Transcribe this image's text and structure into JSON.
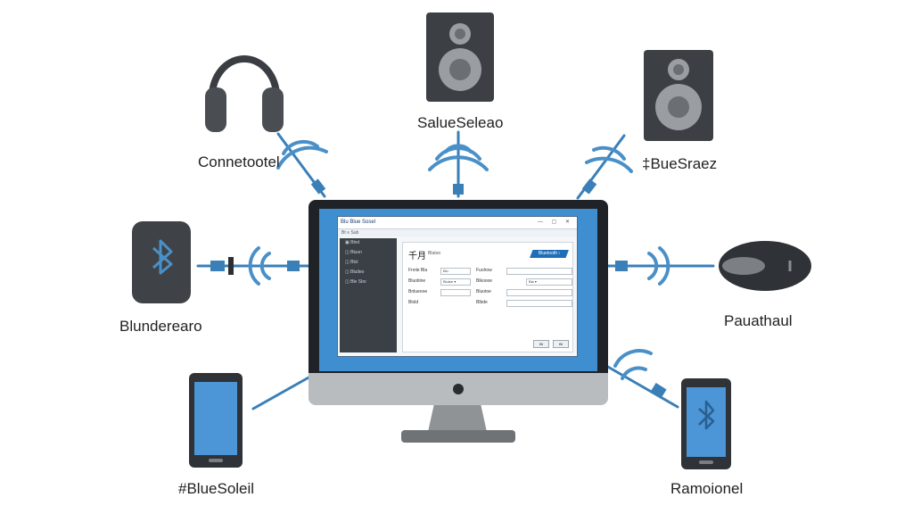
{
  "devices": {
    "headphones": {
      "label": "Connetootel",
      "icon": "headphones-icon"
    },
    "speaker_top": {
      "label": "SalueSeleao",
      "icon": "speaker-icon"
    },
    "speaker_right": {
      "label": "‡BueSraez",
      "icon": "speaker-icon"
    },
    "bluetooth_adapter": {
      "label": "Blunderearo",
      "icon": "bluetooth-icon"
    },
    "mouse": {
      "label": "Pauathaul",
      "icon": "mouse-icon"
    },
    "phone_left": {
      "label": "#BlueSoleil",
      "icon": "smartphone-icon"
    },
    "phone_right": {
      "label": "Ramoionel",
      "icon": "smartphone-bluetooth-icon"
    }
  },
  "screen_app": {
    "window_title": "Blu  Blue Sosel",
    "window_controls": "— ▢ ✕",
    "menu": "Bt  ≡  Sub",
    "sidebar_items": [
      "▣ Blnd",
      "◫ Bluon",
      "◫ Blol",
      "◫ Blutleo",
      "◫ Ble Sbo"
    ],
    "panel_title": "千月",
    "panel_subtitle": "Blutoo",
    "panel_badge": "Bluetooth ›",
    "form_rows": [
      {
        "label": "Fnnle Bla",
        "field1": "Blu",
        "label2": "Fuolrow",
        "field2": ""
      },
      {
        "label": "Bluotiine",
        "field1": "Blutse ▾",
        "label2": "Blkoooe",
        "field2": "Bla ▾"
      },
      {
        "label": "Bnlueooe",
        "field1": "",
        "label2": "Bluotoe",
        "field2": ""
      },
      {
        "label": "Blold",
        "field1": "",
        "label2": "Blbde",
        "field2": ""
      }
    ],
    "buttons": [
      "Bl",
      "Bl"
    ]
  },
  "colors": {
    "accent": "#3f8fd0",
    "signal": "#4a90c8",
    "device_dark": "#3c3f43",
    "device_gray": "#8c9094"
  }
}
